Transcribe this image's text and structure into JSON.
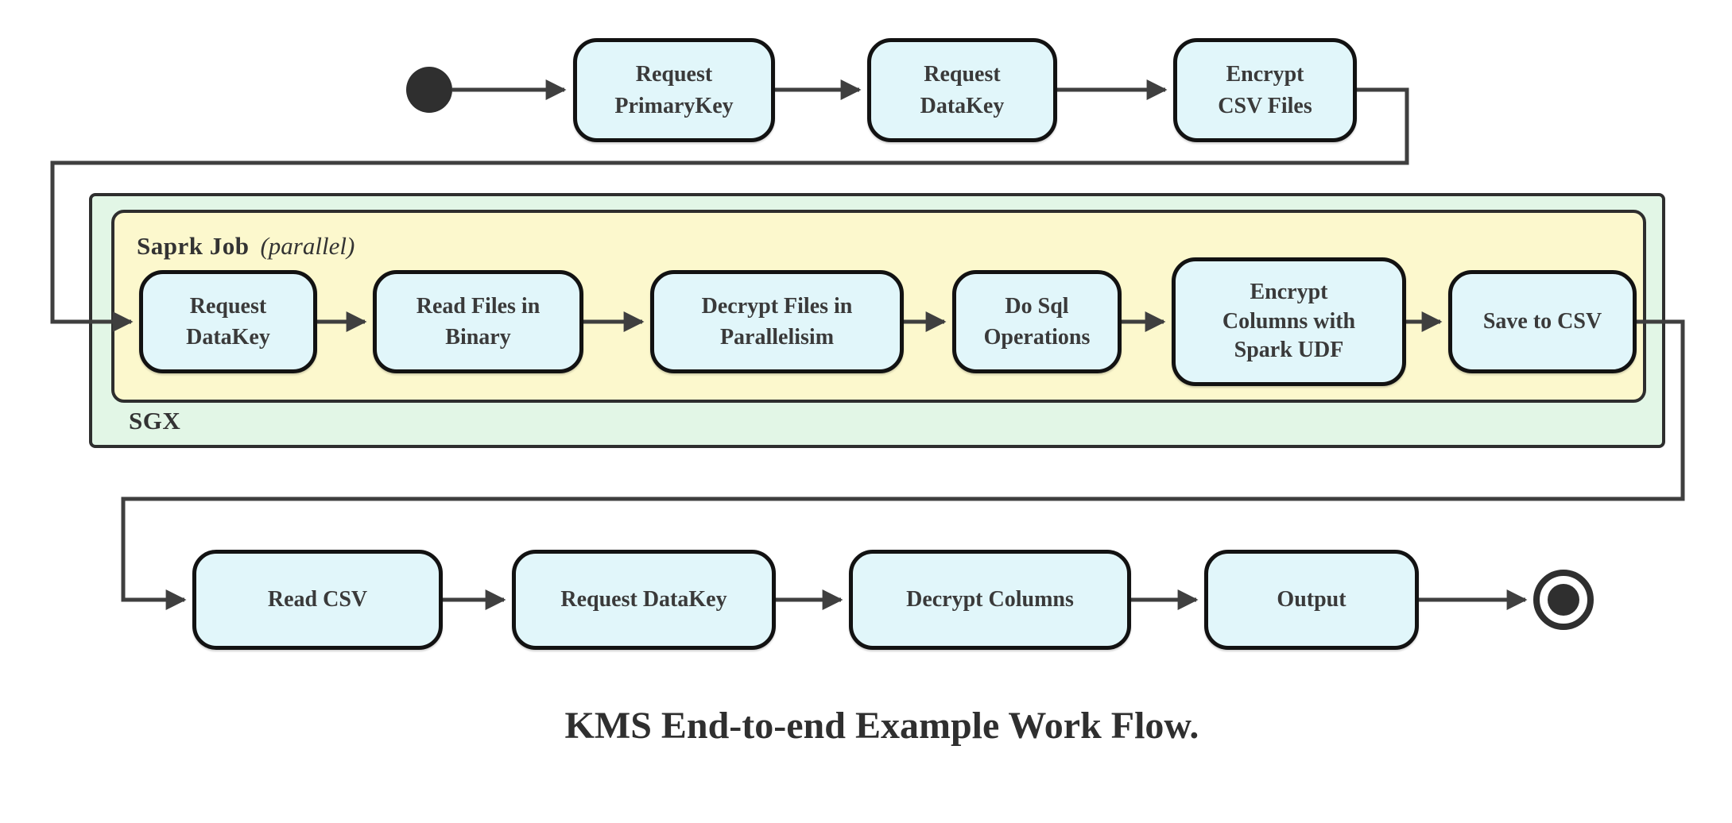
{
  "diagram": {
    "caption": "KMS End-to-end Example Work Flow.",
    "containers": {
      "sgx": {
        "label": "SGX"
      },
      "spark_job": {
        "label": "Saprk Job",
        "qualifier": "(parallel)"
      }
    },
    "nodes": {
      "start": {
        "label": "",
        "type": "initial-state"
      },
      "request_primarykey": {
        "label": "Request\nPrimaryKey"
      },
      "request_datakey_top": {
        "label": "Request\nDataKey"
      },
      "encrypt_csv_files": {
        "label": "Encrypt\nCSV Files"
      },
      "request_datakey_inner": {
        "label": "Request\nDataKey"
      },
      "read_files_binary": {
        "label": "Read Files in\nBinary"
      },
      "decrypt_files_parallelism": {
        "label": "Decrypt Files in\nParallelisim"
      },
      "do_sql_operations": {
        "label": "Do Sql\nOperations"
      },
      "encrypt_columns_udf": {
        "label": "Encrypt\nColumns with\nSpark UDF"
      },
      "save_to_csv": {
        "label": "Save to CSV"
      },
      "read_csv": {
        "label": "Read CSV"
      },
      "request_datakey_bottom": {
        "label": "Request DataKey"
      },
      "decrypt_columns": {
        "label": "Decrypt Columns"
      },
      "output": {
        "label": "Output"
      },
      "end": {
        "label": "",
        "type": "final-state"
      }
    },
    "flow": [
      {
        "from": "start",
        "to": "request_primarykey"
      },
      {
        "from": "request_primarykey",
        "to": "request_datakey_top"
      },
      {
        "from": "request_datakey_top",
        "to": "encrypt_csv_files"
      },
      {
        "from": "encrypt_csv_files",
        "to": "request_datakey_inner"
      },
      {
        "from": "request_datakey_inner",
        "to": "read_files_binary"
      },
      {
        "from": "read_files_binary",
        "to": "decrypt_files_parallelism"
      },
      {
        "from": "decrypt_files_parallelism",
        "to": "do_sql_operations"
      },
      {
        "from": "do_sql_operations",
        "to": "encrypt_columns_udf"
      },
      {
        "from": "encrypt_columns_udf",
        "to": "save_to_csv"
      },
      {
        "from": "save_to_csv",
        "to": "read_csv"
      },
      {
        "from": "read_csv",
        "to": "request_datakey_bottom"
      },
      {
        "from": "request_datakey_bottom",
        "to": "decrypt_columns"
      },
      {
        "from": "decrypt_columns",
        "to": "output"
      },
      {
        "from": "output",
        "to": "end"
      }
    ],
    "colors": {
      "node_fill": "#e1f6fa",
      "node_border": "#121212",
      "spark_container_fill": "#fcf8cd",
      "sgx_container_fill": "#e2f6e6",
      "container_border": "#2e2e2e",
      "edge": "#3f3f3f",
      "text": "#3a3a3a",
      "background": "#ffffff"
    }
  }
}
